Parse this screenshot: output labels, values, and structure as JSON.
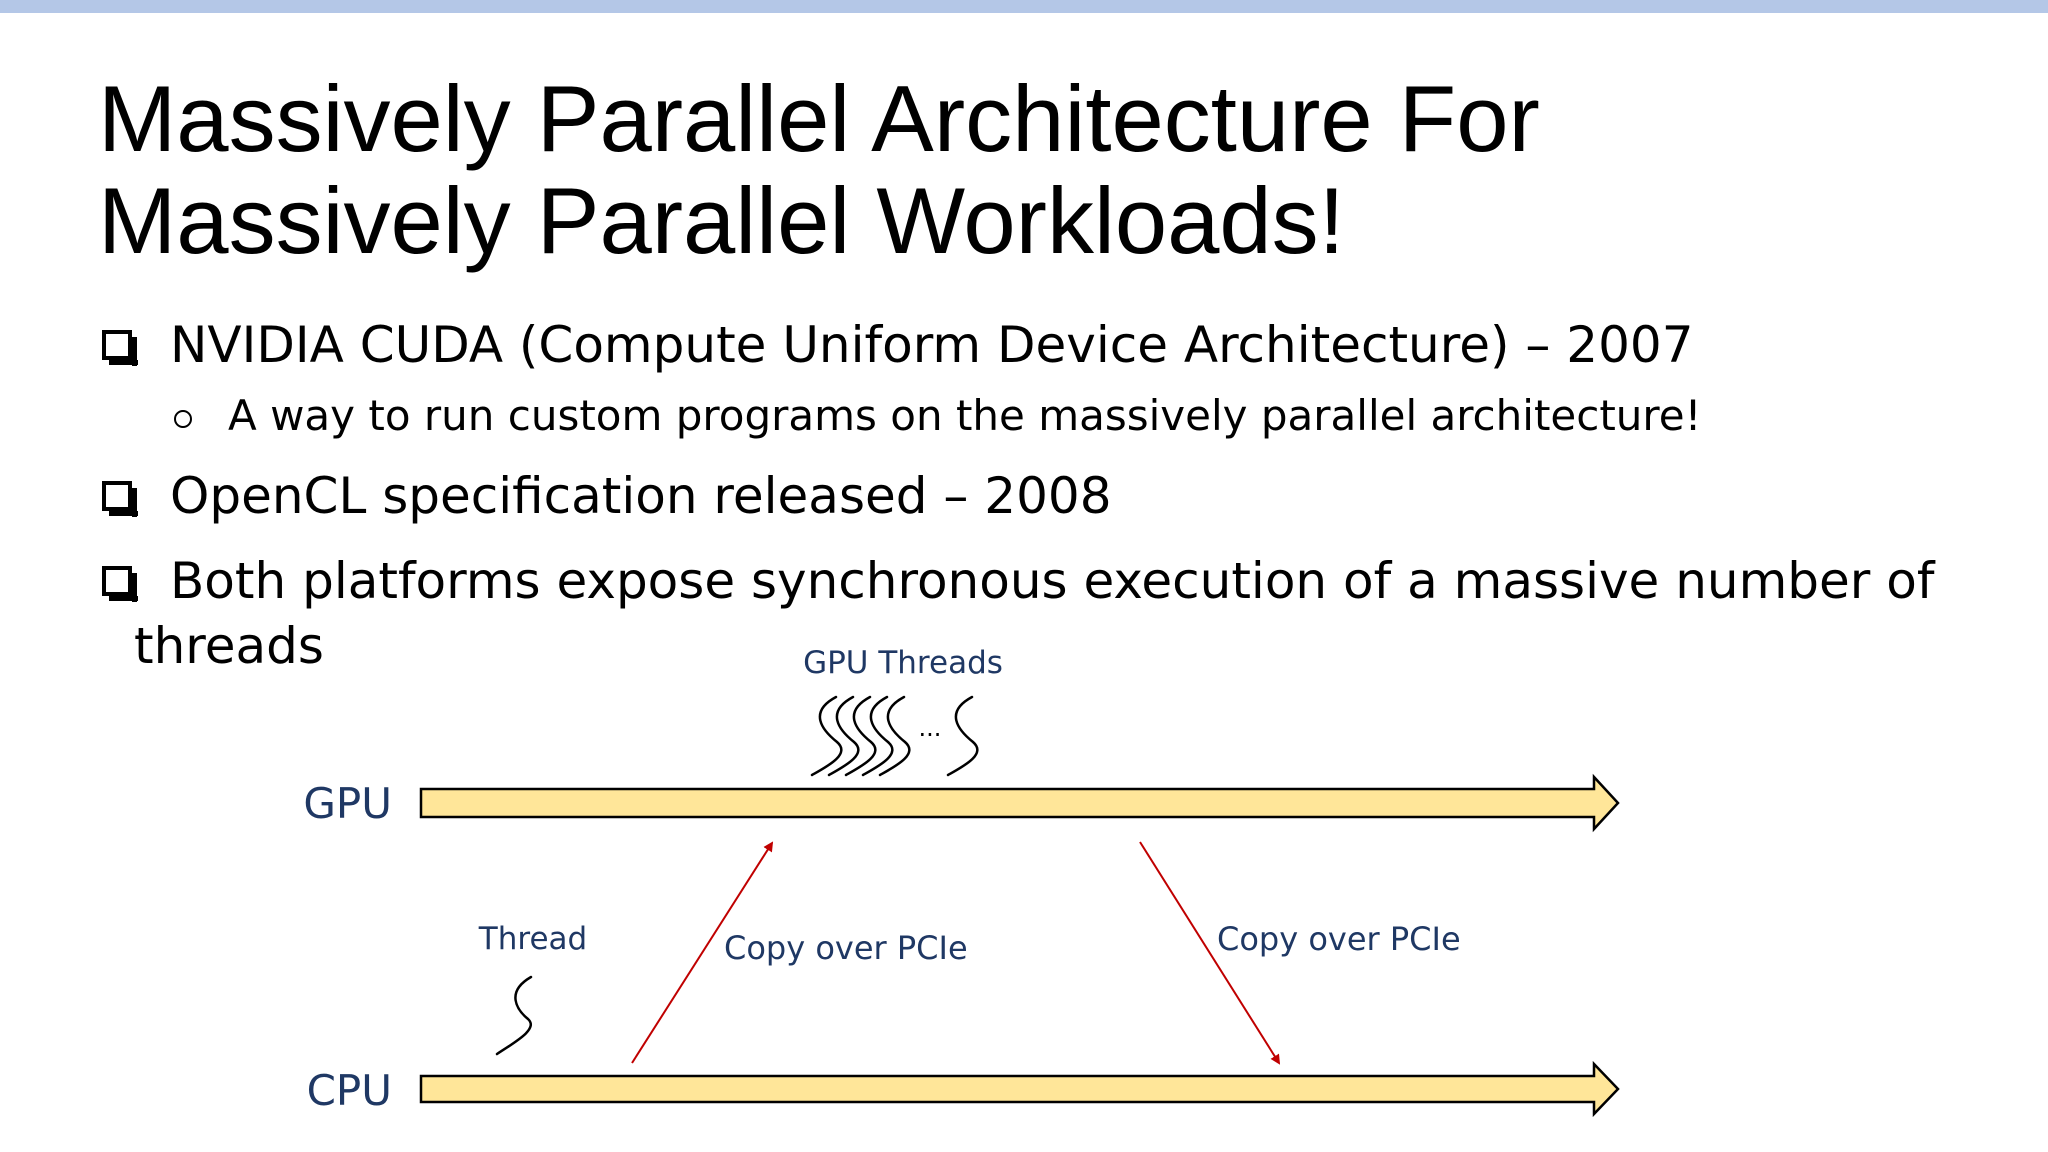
{
  "title": {
    "line1": "Massively Parallel Architecture For",
    "line2": "Massively Parallel Workloads!"
  },
  "bullets": [
    {
      "level": 1,
      "marker": "square-checkbox",
      "text": "NVIDIA CUDA (Compute Uniform Device Architecture) – 2007"
    },
    {
      "level": 2,
      "marker": "hollow-circle",
      "text": "A way to run custom programs on the massively parallel architecture!"
    },
    {
      "level": 1,
      "marker": "square-checkbox",
      "text": "OpenCL specification released – 2008"
    },
    {
      "level": 1,
      "marker": "square-checkbox",
      "text": "Both platforms expose synchronous execution of a massive number of",
      "continuation": "threads"
    }
  ],
  "diagram": {
    "gpu_label": "GPU",
    "cpu_label": "CPU",
    "gpu_threads_label": "GPU Threads",
    "ellipsis": "...",
    "thread_label": "Thread",
    "copy_up_label": "Copy over PCIe",
    "copy_down_label": "Copy over PCIe",
    "colors": {
      "timeline_fill": "#ffe699",
      "timeline_stroke": "#000000",
      "copy_arrow": "#c00000",
      "label_text": "#1f3864",
      "top_bar": "#b4c7e7"
    }
  }
}
